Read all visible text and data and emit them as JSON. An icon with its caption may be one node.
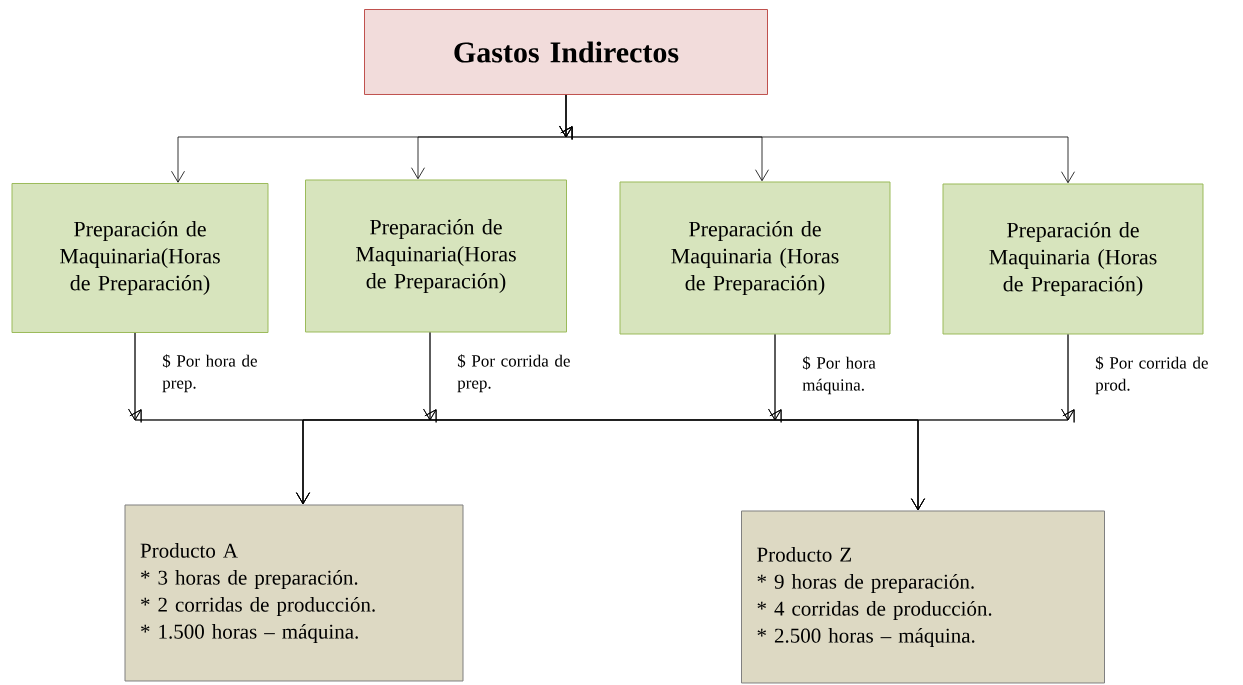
{
  "diagram": {
    "nodes": [
      {
        "text": [
          "Gastos Indirectos"
        ]
      },
      {
        "text": [
          "Preparación de Maquinaria(Horas de Preparación)"
        ],
        "beside": [
          "$ Por hora de prep."
        ]
      },
      {
        "text": [
          "Preparación de Maquinaria(Horas de Preparación)"
        ],
        "beside": [
          "$ Por corrida de prep."
        ]
      },
      {
        "text": [
          "Preparación de Maquinaria (Horas de Preparación)"
        ],
        "beside": [
          "$ Por hora máquina."
        ]
      },
      {
        "text": [
          "Preparación de Maquinaria (Horas de Preparación)"
        ],
        "beside": [
          "$ Por corrida de prod."
        ]
      },
      {
        "text": [
          "Producto A",
          "* 3 horas de preparación.",
          "* 2 corridas de producción.",
          "* 1.500 horas – máquina."
        ]
      },
      {
        "text": [
          "Producto Z",
          "* 9 horas de preparación.",
          "* 4 corridas de producción.",
          "* 2.500 horas – máquina."
        ]
      }
    ],
    "edges": [
      {
        "from": 0,
        "to": 1,
        "arrow": "to"
      },
      {
        "from": 0,
        "to": 2,
        "arrow": "to"
      },
      {
        "from": 0,
        "to": 3,
        "arrow": "to"
      },
      {
        "from": 0,
        "to": 4,
        "arrow": "to"
      },
      {
        "from": 1,
        "to": 5,
        "arrow": "to"
      },
      {
        "from": 1,
        "to": 6,
        "arrow": "to"
      },
      {
        "from": 2,
        "to": 5,
        "arrow": "to"
      },
      {
        "from": 2,
        "to": 6,
        "arrow": "to"
      },
      {
        "from": 3,
        "to": 5,
        "arrow": "to"
      },
      {
        "from": 3,
        "to": 6,
        "arrow": "to"
      },
      {
        "from": 4,
        "to": 5,
        "arrow": "to"
      },
      {
        "from": 4,
        "to": 6,
        "arrow": "to"
      }
    ]
  }
}
